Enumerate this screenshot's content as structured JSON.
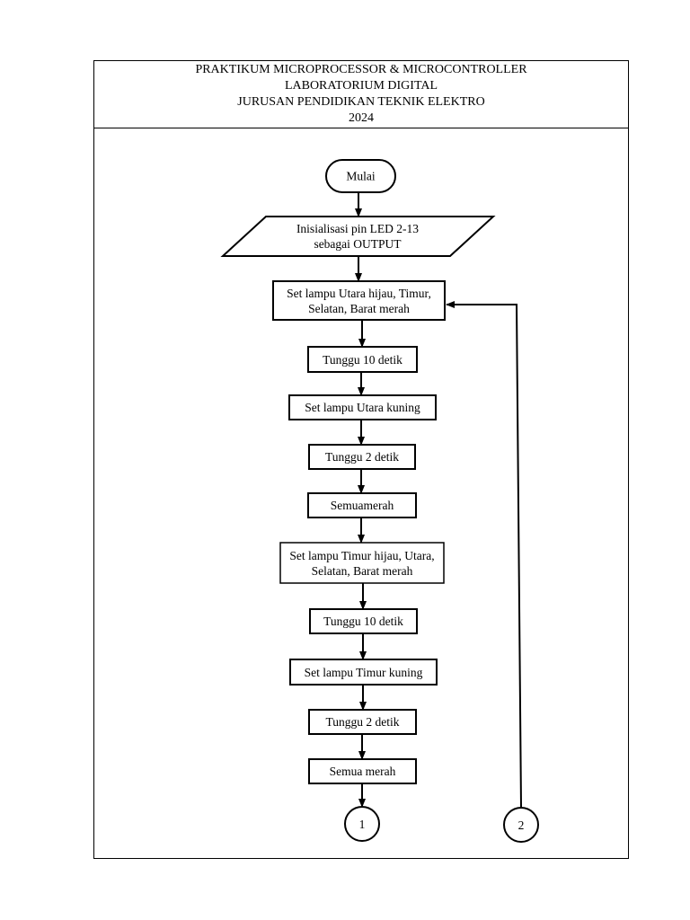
{
  "header": {
    "line1": "PRAKTIKUM MICROPROCESSOR & MICROCONTROLLER",
    "line2": "LABORATORIUM DIGITAL",
    "line3": "JURUSAN PENDIDIKAN TEKNIK ELEKTRO",
    "line4": "2024"
  },
  "flowchart": {
    "start": "Mulai",
    "init_line1": "Inisialisasi pin LED 2-13",
    "init_line2": "sebagai OUTPUT",
    "step1_line1": "Set lampu Utara hijau, Timur,",
    "step1_line2": "Selatan, Barat merah",
    "step2": "Tunggu 10 detik",
    "step3": "Set lampu Utara kuning",
    "step4": "Tunggu 2 detik",
    "step5": "Semuamerah",
    "step6_line1": "Set lampu Timur hijau, Utara,",
    "step6_line2": "Selatan, Barat merah",
    "step7": "Tunggu 10 detik",
    "step8": "Set lampu Timur kuning",
    "step9": "Tunggu 2 detik",
    "step10": "Semua merah",
    "connector1": "1",
    "connector2": "2"
  }
}
